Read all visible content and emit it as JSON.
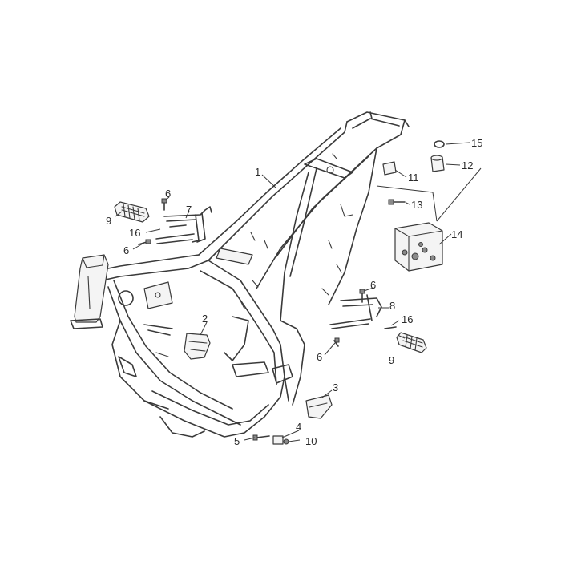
{
  "callouts": [
    {
      "id": "c1",
      "text": "1"
    },
    {
      "id": "c2",
      "text": "2"
    },
    {
      "id": "c3",
      "text": "3"
    },
    {
      "id": "c4",
      "text": "4"
    },
    {
      "id": "c5",
      "text": "5"
    },
    {
      "id": "c6a",
      "text": "6"
    },
    {
      "id": "c6b",
      "text": "6"
    },
    {
      "id": "c6c",
      "text": "6"
    },
    {
      "id": "c6d",
      "text": "6"
    },
    {
      "id": "c7",
      "text": "7"
    },
    {
      "id": "c8",
      "text": "8"
    },
    {
      "id": "c9a",
      "text": "9"
    },
    {
      "id": "c9b",
      "text": "9"
    },
    {
      "id": "c10",
      "text": "10"
    },
    {
      "id": "c11",
      "text": "11"
    },
    {
      "id": "c12",
      "text": "12"
    },
    {
      "id": "c13",
      "text": "13"
    },
    {
      "id": "c14",
      "text": "14"
    },
    {
      "id": "c15",
      "text": "15"
    },
    {
      "id": "c16a",
      "text": "16"
    },
    {
      "id": "c16b",
      "text": "16"
    }
  ]
}
